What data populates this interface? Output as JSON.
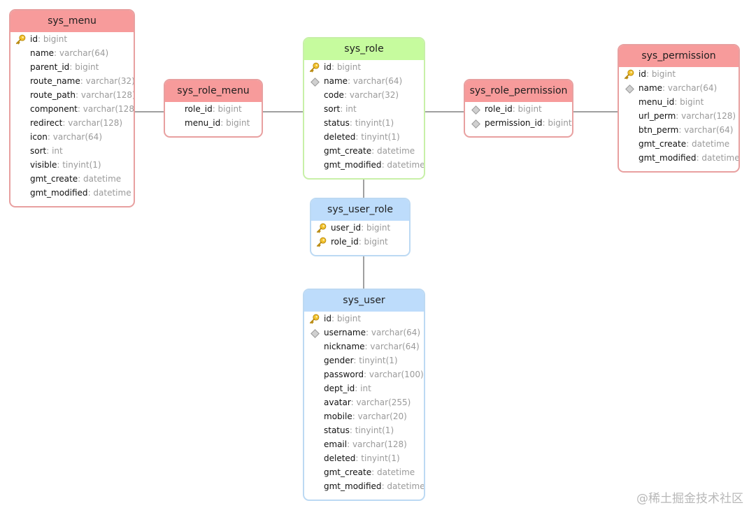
{
  "tables": {
    "sys_menu": {
      "title": "sys_menu",
      "fields": [
        {
          "name": "id",
          "type": "bigint",
          "icon": "key"
        },
        {
          "name": "name",
          "type": "varchar(64)",
          "icon": "none"
        },
        {
          "name": "parent_id",
          "type": "bigint",
          "icon": "none"
        },
        {
          "name": "route_name",
          "type": "varchar(32)",
          "icon": "none"
        },
        {
          "name": "route_path",
          "type": "varchar(128)",
          "icon": "none"
        },
        {
          "name": "component",
          "type": "varchar(128)",
          "icon": "none"
        },
        {
          "name": "redirect",
          "type": "varchar(128)",
          "icon": "none"
        },
        {
          "name": "icon",
          "type": "varchar(64)",
          "icon": "none"
        },
        {
          "name": "sort",
          "type": "int",
          "icon": "none"
        },
        {
          "name": "visible",
          "type": "tinyint(1)",
          "icon": "none"
        },
        {
          "name": "gmt_create",
          "type": "datetime",
          "icon": "none"
        },
        {
          "name": "gmt_modified",
          "type": "datetime",
          "icon": "none"
        }
      ]
    },
    "sys_role_menu": {
      "title": "sys_role_menu",
      "fields": [
        {
          "name": "role_id",
          "type": "bigint",
          "icon": "none"
        },
        {
          "name": "menu_id",
          "type": "bigint",
          "icon": "none"
        }
      ]
    },
    "sys_role": {
      "title": "sys_role",
      "fields": [
        {
          "name": "id",
          "type": "bigint",
          "icon": "key"
        },
        {
          "name": "name",
          "type": "varchar(64)",
          "icon": "diamond"
        },
        {
          "name": "code",
          "type": "varchar(32)",
          "icon": "none"
        },
        {
          "name": "sort",
          "type": "int",
          "icon": "none"
        },
        {
          "name": "status",
          "type": "tinyint(1)",
          "icon": "none"
        },
        {
          "name": "deleted",
          "type": "tinyint(1)",
          "icon": "none"
        },
        {
          "name": "gmt_create",
          "type": "datetime",
          "icon": "none"
        },
        {
          "name": "gmt_modified",
          "type": "datetime",
          "icon": "none"
        }
      ]
    },
    "sys_role_permission": {
      "title": "sys_role_permission",
      "fields": [
        {
          "name": "role_id",
          "type": "bigint",
          "icon": "diamond"
        },
        {
          "name": "permission_id",
          "type": "bigint",
          "icon": "diamond"
        }
      ]
    },
    "sys_permission": {
      "title": "sys_permission",
      "fields": [
        {
          "name": "id",
          "type": "bigint",
          "icon": "key"
        },
        {
          "name": "name",
          "type": "varchar(64)",
          "icon": "diamond"
        },
        {
          "name": "menu_id",
          "type": "bigint",
          "icon": "none"
        },
        {
          "name": "url_perm",
          "type": "varchar(128)",
          "icon": "none"
        },
        {
          "name": "btn_perm",
          "type": "varchar(64)",
          "icon": "none"
        },
        {
          "name": "gmt_create",
          "type": "datetime",
          "icon": "none"
        },
        {
          "name": "gmt_modified",
          "type": "datetime",
          "icon": "none"
        }
      ]
    },
    "sys_user_role": {
      "title": "sys_user_role",
      "fields": [
        {
          "name": "user_id",
          "type": "bigint",
          "icon": "key"
        },
        {
          "name": "role_id",
          "type": "bigint",
          "icon": "key"
        }
      ]
    },
    "sys_user": {
      "title": "sys_user",
      "fields": [
        {
          "name": "id",
          "type": "bigint",
          "icon": "key"
        },
        {
          "name": "username",
          "type": "varchar(64)",
          "icon": "diamond"
        },
        {
          "name": "nickname",
          "type": "varchar(64)",
          "icon": "none"
        },
        {
          "name": "gender",
          "type": "tinyint(1)",
          "icon": "none"
        },
        {
          "name": "password",
          "type": "varchar(100)",
          "icon": "none"
        },
        {
          "name": "dept_id",
          "type": "int",
          "icon": "none"
        },
        {
          "name": "avatar",
          "type": "varchar(255)",
          "icon": "none"
        },
        {
          "name": "mobile",
          "type": "varchar(20)",
          "icon": "none"
        },
        {
          "name": "status",
          "type": "tinyint(1)",
          "icon": "none"
        },
        {
          "name": "email",
          "type": "varchar(128)",
          "icon": "none"
        },
        {
          "name": "deleted",
          "type": "tinyint(1)",
          "icon": "none"
        },
        {
          "name": "gmt_create",
          "type": "datetime",
          "icon": "none"
        },
        {
          "name": "gmt_modified",
          "type": "datetime",
          "icon": "none"
        }
      ]
    }
  },
  "watermark": "@稀土掘金技术社区",
  "colors": {
    "header_red": "#f79b9b",
    "header_green": "#c6fb9e",
    "header_blue": "#bddcfb",
    "field_type": "#9a9a9a",
    "connector": "#404040"
  }
}
